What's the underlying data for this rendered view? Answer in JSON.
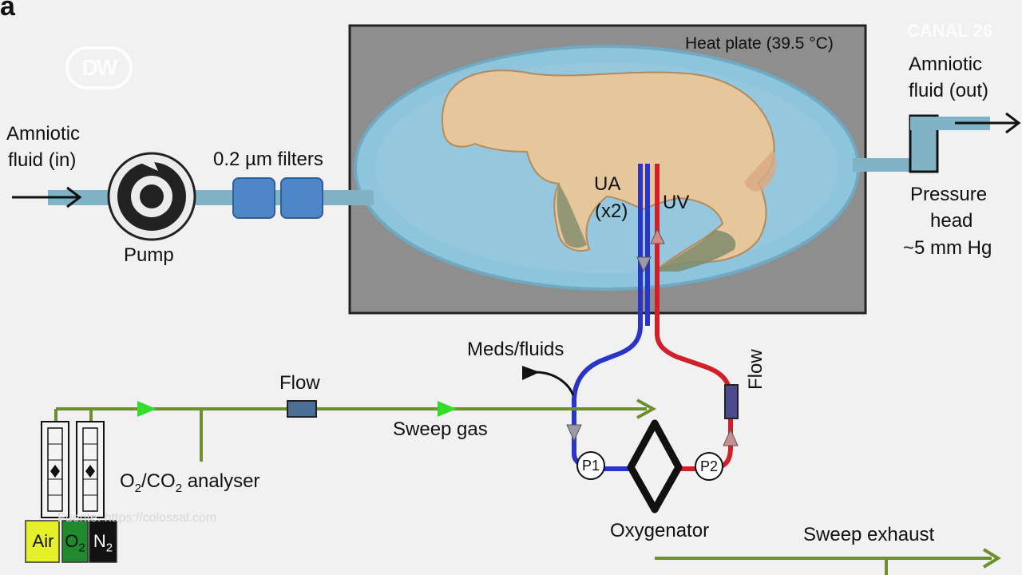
{
  "panel_label": "a",
  "heat_plate_label": "Heat plate (39.5 °C)",
  "labels": {
    "amniotic_in_1": "Amniotic",
    "amniotic_in_2": "fluid (in)",
    "filters": "0.2 µm filters",
    "pump": "Pump",
    "amniotic_out_1": "Amniotic",
    "amniotic_out_2": "fluid (out)",
    "pressure_1": "Pressure",
    "pressure_2": "head",
    "pressure_3": "~5 mm Hg",
    "ua_1": "UA",
    "ua_2": "(x2)",
    "uv": "UV",
    "meds": "Meds/fluids",
    "flow_gas": "Flow",
    "flow_circuit": "Flow",
    "sweep_gas": "Sweep gas",
    "analyser_pre": "O",
    "analyser_sub1": "2",
    "analyser_mid": "/CO",
    "analyser_sub2": "2",
    "analyser_post": " analyser",
    "oxygenator": "Oxygenator",
    "sweep_exhaust": "Sweep exhaust",
    "p1": "P1",
    "p2": "P2"
  },
  "gases": [
    {
      "label": "Air",
      "color": "#e6f02a"
    },
    {
      "label": "O",
      "sub": "2",
      "color": "#1f8a2e"
    },
    {
      "label": "N",
      "sub": "2",
      "color": "#111111"
    }
  ],
  "watermark": {
    "source": "Fuente: https://colossal.com",
    "logo_dw": "DW",
    "logo_canal": "CANAL 26"
  },
  "colors": {
    "amniotic_fluid": "#7fb3c5",
    "filter": "#4f86c8",
    "artery": "#2a35c8",
    "vein": "#d0202a",
    "sweep_gas_line": "#6d8f2e",
    "sweep_gas_arrow": "#33dd2a",
    "plate_gray": "#8e8e8e",
    "fluid_bag": "#8ec5dc"
  }
}
